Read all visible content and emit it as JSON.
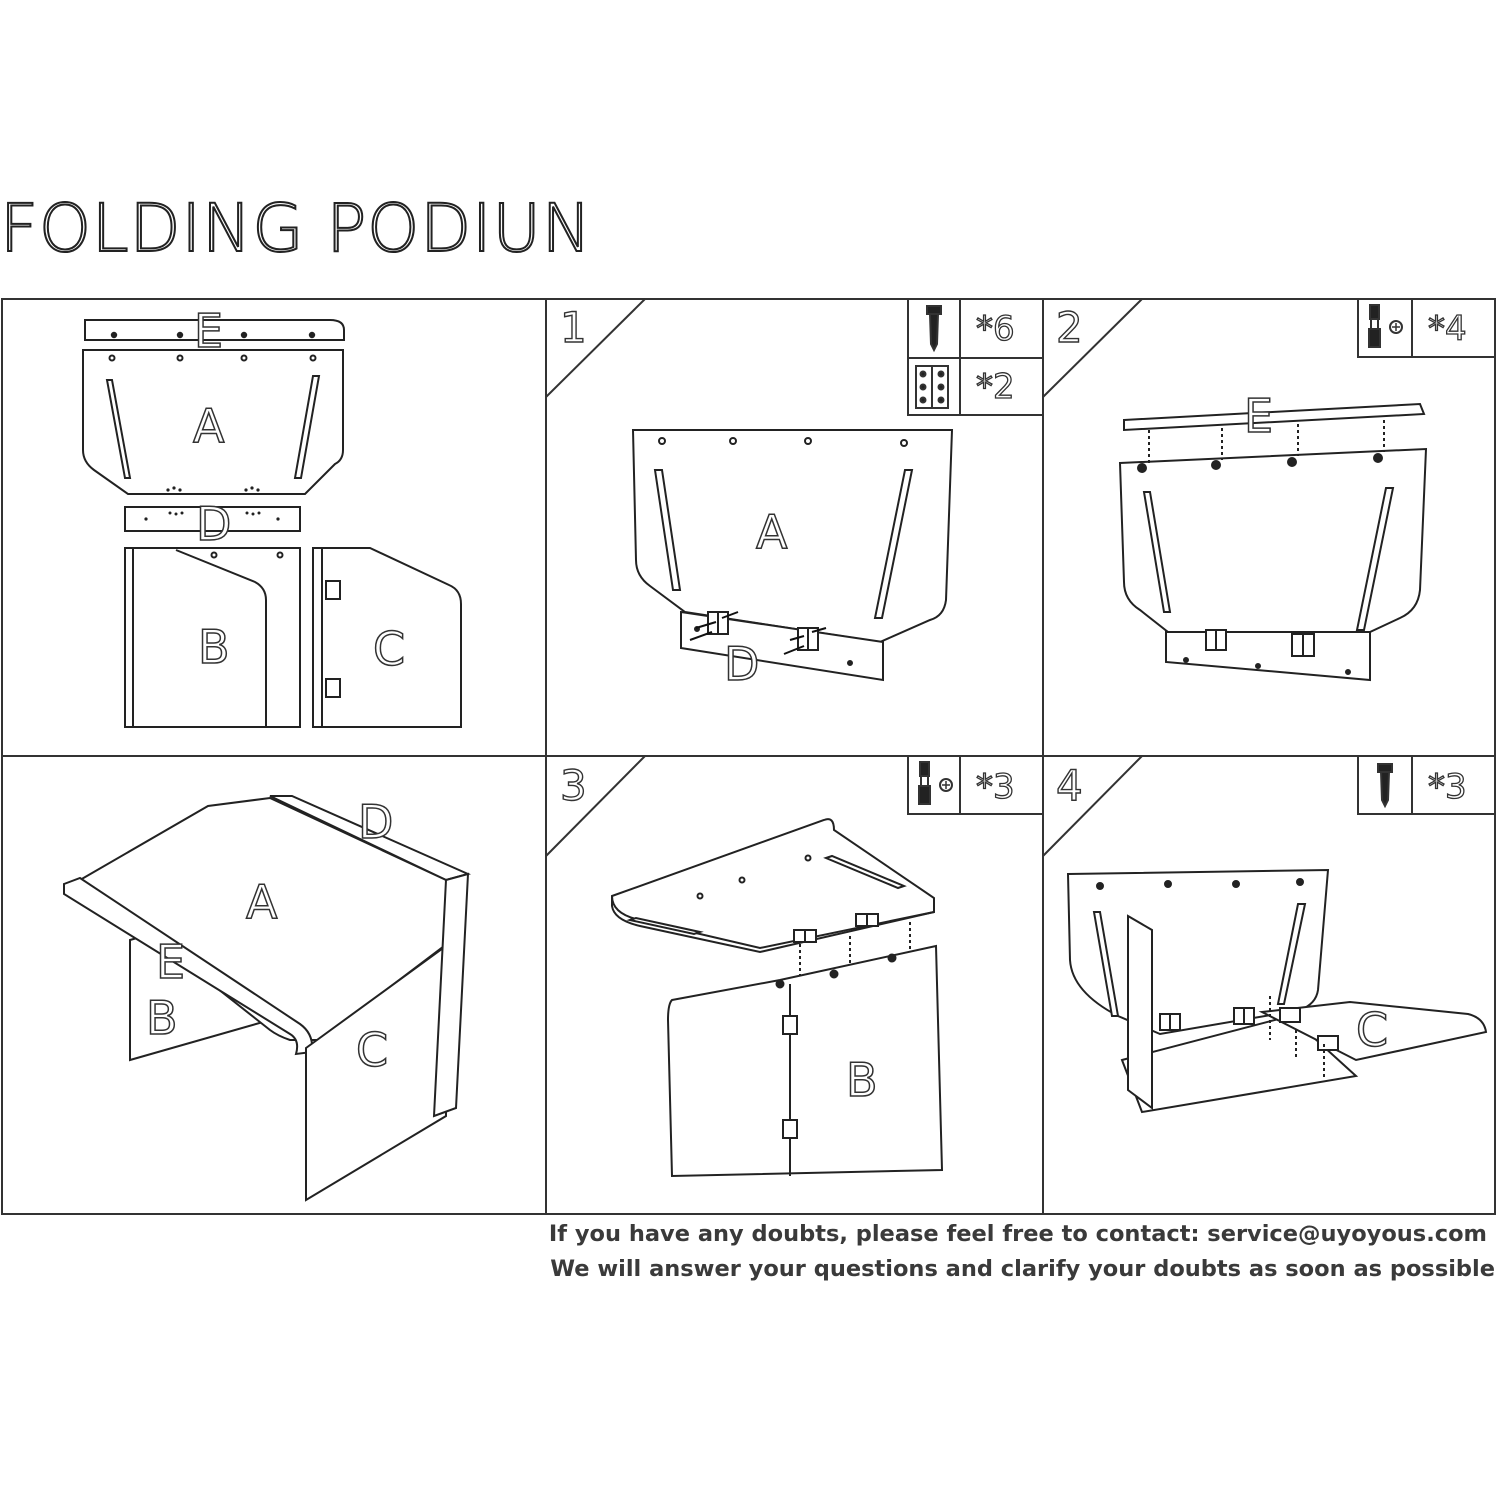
{
  "title": "FOLDING PODIUN",
  "parts_panel": {
    "labels": {
      "E": "E",
      "A": "A",
      "D": "D",
      "B": "B",
      "C": "C"
    }
  },
  "steps": [
    {
      "number": "1",
      "labels": [
        "A",
        "D"
      ],
      "hardware": [
        {
          "icon": "screw-icon",
          "quantity": "*6"
        },
        {
          "icon": "hinge-icon",
          "quantity": "*2"
        }
      ]
    },
    {
      "number": "2",
      "labels": [
        "E"
      ],
      "hardware": [
        {
          "icon": "cam-lock-icon",
          "quantity": "*4"
        }
      ]
    },
    {
      "number": "3",
      "labels": [
        "B"
      ],
      "hardware": [
        {
          "icon": "cam-lock-icon",
          "quantity": "*3"
        }
      ]
    },
    {
      "number": "4",
      "labels": [
        "C"
      ],
      "hardware": [
        {
          "icon": "screw-icon",
          "quantity": "*3"
        }
      ]
    }
  ],
  "assembled_panel": {
    "labels": {
      "D": "D",
      "A": "A",
      "E": "E",
      "B": "B",
      "C": "C"
    }
  },
  "footer": {
    "contact": "If you have any doubts, please feel free to contact: service@uyoyous.com",
    "answer": "We will answer your questions and clarify your doubts as soon as possible"
  }
}
